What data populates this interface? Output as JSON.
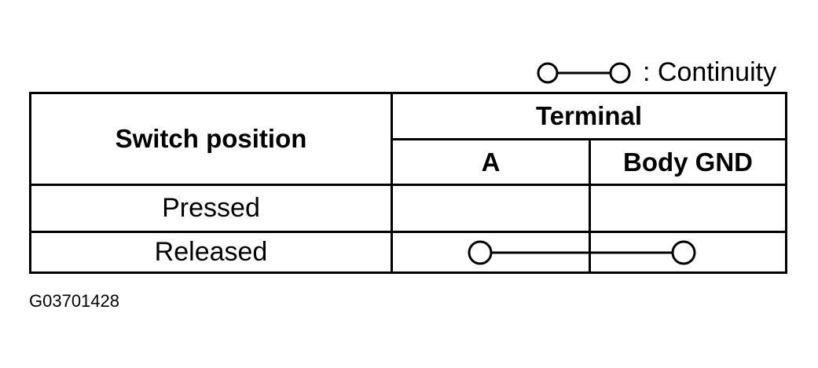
{
  "legend": {
    "text": ": Continuity",
    "symbol_icon": "continuity-symbol-icon"
  },
  "table": {
    "header": {
      "switch_position": "Switch position",
      "terminal": "Terminal",
      "terminal_a": "A",
      "terminal_body_gnd": "Body GND"
    },
    "rows": [
      {
        "label": "Pressed",
        "continuity": false
      },
      {
        "label": "Released",
        "continuity": true
      }
    ]
  },
  "figure_id": "G03701428"
}
